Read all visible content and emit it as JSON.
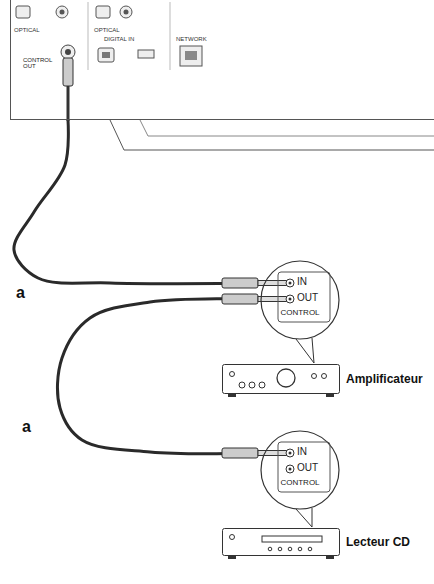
{
  "diagram": {
    "nodes": [
      {
        "text": [
          "CONTROL OUT"
        ]
      },
      {
        "text": [
          "IN",
          "OUT",
          "CONTROL"
        ]
      },
      {
        "text": [
          "Amplificateur"
        ]
      },
      {
        "text": [
          "IN",
          "OUT",
          "CONTROL"
        ]
      },
      {
        "text": [
          "Lecteur CD"
        ]
      }
    ],
    "edges": [
      {
        "from": 0,
        "to": 1,
        "arrow": "none",
        "label": "a"
      },
      {
        "from": 1,
        "to": 3,
        "arrow": "none",
        "label": "a"
      }
    ],
    "labels": [
      "OPTICAL",
      "OPTICAL",
      "DIGITAL IN",
      "NETWORK"
    ]
  }
}
